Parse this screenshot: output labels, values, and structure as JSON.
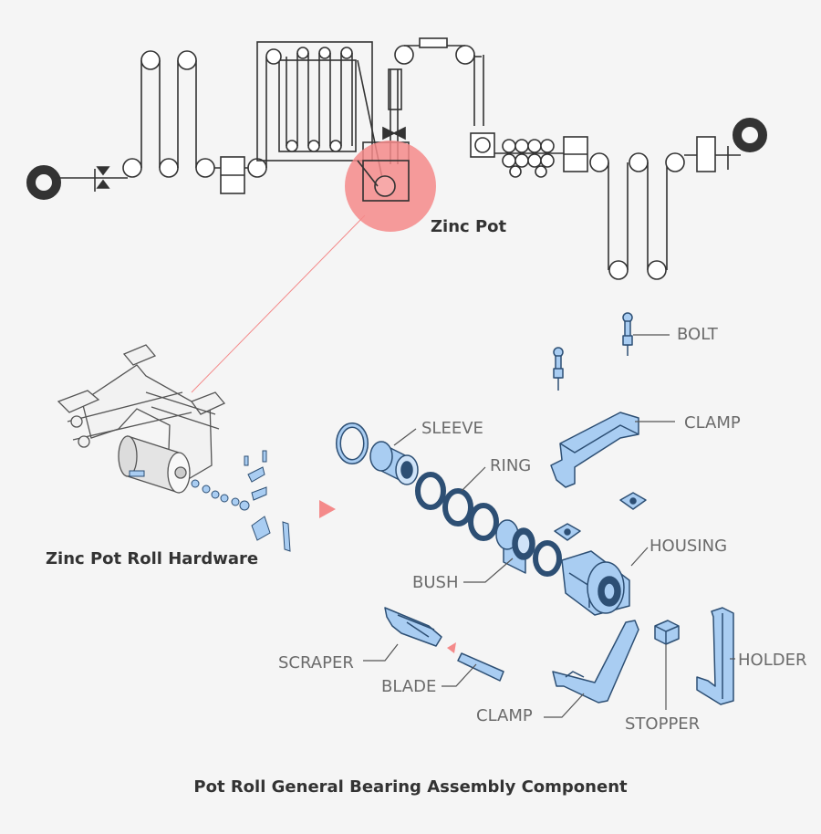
{
  "diagram": {
    "caption": "Pot Roll General Bearing Assembly Component",
    "zinc_pot_label": "Zinc Pot",
    "hardware_label": "Zinc Pot Roll Hardware",
    "parts": {
      "bolt": "BOLT",
      "clamp_top": "CLAMP",
      "sleeve": "SLEEVE",
      "ring": "RING",
      "bush": "BUSH",
      "housing": "HOUSING",
      "scraper": "SCRAPER",
      "blade": "BLADE",
      "clamp_bottom": "CLAMP",
      "stopper": "STOPPER",
      "holder": "HOLDER"
    },
    "colors": {
      "part_fill": "#a9cdf2",
      "part_stroke": "#2d4f74",
      "highlight": "#f48a8a",
      "line": "#333333",
      "label": "#6b6b6b"
    }
  }
}
